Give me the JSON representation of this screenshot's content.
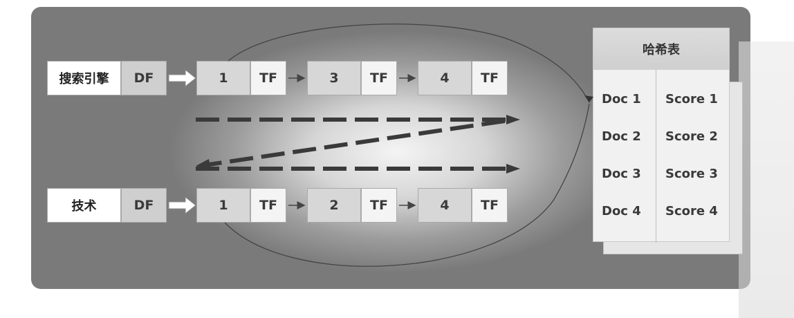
{
  "terms": [
    {
      "term": "搜索引擎",
      "df": "DF",
      "postings": [
        {
          "doc": "1",
          "tf": "TF"
        },
        {
          "doc": "3",
          "tf": "TF"
        },
        {
          "doc": "4",
          "tf": "TF"
        }
      ]
    },
    {
      "term": "技术",
      "df": "DF",
      "postings": [
        {
          "doc": "1",
          "tf": "TF"
        },
        {
          "doc": "2",
          "tf": "TF"
        },
        {
          "doc": "4",
          "tf": "TF"
        }
      ]
    }
  ],
  "hash_table": {
    "title": "哈希表",
    "rows": [
      {
        "doc": "Doc 1",
        "score": "Score 1"
      },
      {
        "doc": "Doc 2",
        "score": "Score 2"
      },
      {
        "doc": "Doc 3",
        "score": "Score 3"
      },
      {
        "doc": "Doc 4",
        "score": "Score 4"
      }
    ]
  },
  "colors": {
    "box_border": "#a9a9a9",
    "dash_arrow": "#3a3a3a",
    "curve": "#444444"
  }
}
